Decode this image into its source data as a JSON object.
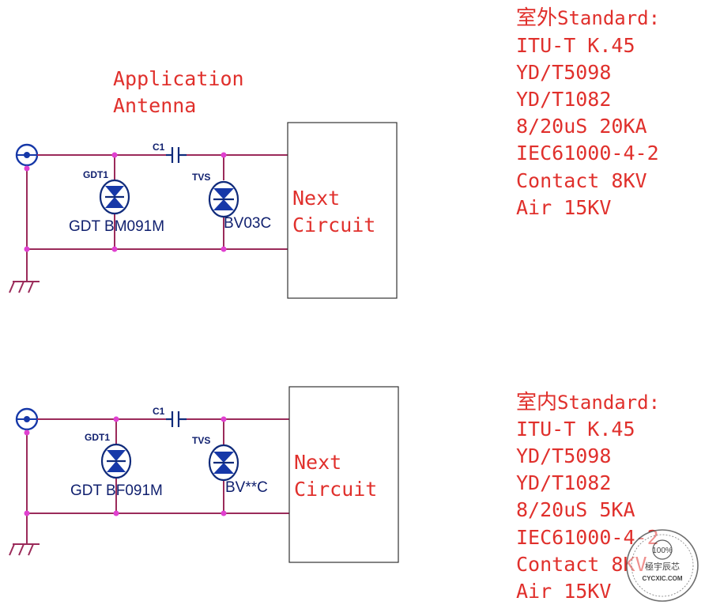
{
  "application_label": [
    "Application",
    "Antenna"
  ],
  "circuits": [
    {
      "id": "outdoor",
      "cap_label": "C1",
      "gdt_ref": "GDT1",
      "gdt_part": "GDT BM091M",
      "tvs_ref": "TVS",
      "tvs_part": "BV03C",
      "next_circuit": [
        "Next",
        "Circuit"
      ]
    },
    {
      "id": "indoor",
      "cap_label": "C1",
      "gdt_ref": "GDT1",
      "gdt_part": "GDT BF091M",
      "tvs_ref": "TVS",
      "tvs_part": "BV**C",
      "next_circuit": [
        "Next",
        "Circuit"
      ]
    }
  ],
  "standards": [
    {
      "heading_cjk": "室外",
      "heading_latin": "Standard:",
      "lines": [
        "ITU-T K.45",
        "YD/T5098",
        "YD/T1082",
        "8/20uS 20KA",
        "IEC61000-4-2",
        "Contact 8KV",
        "Air 15KV"
      ]
    },
    {
      "heading_cjk": "室内",
      "heading_latin": "Standard:",
      "lines": [
        "ITU-T K.45",
        "YD/T5098",
        "YD/T1082",
        "8/20uS 5KA",
        "IEC61000-4-2",
        "Contact 8KV",
        "Air 15KV"
      ]
    }
  ],
  "watermark": {
    "percent": "100%",
    "cjk": "極宇辰芯",
    "site": "CYCXIC.COM"
  },
  "colors": {
    "annotation_red": "#e0302c",
    "wire": "#9b2b5a",
    "junction": "#e040d0",
    "component_blue": "#0f2a7a"
  }
}
